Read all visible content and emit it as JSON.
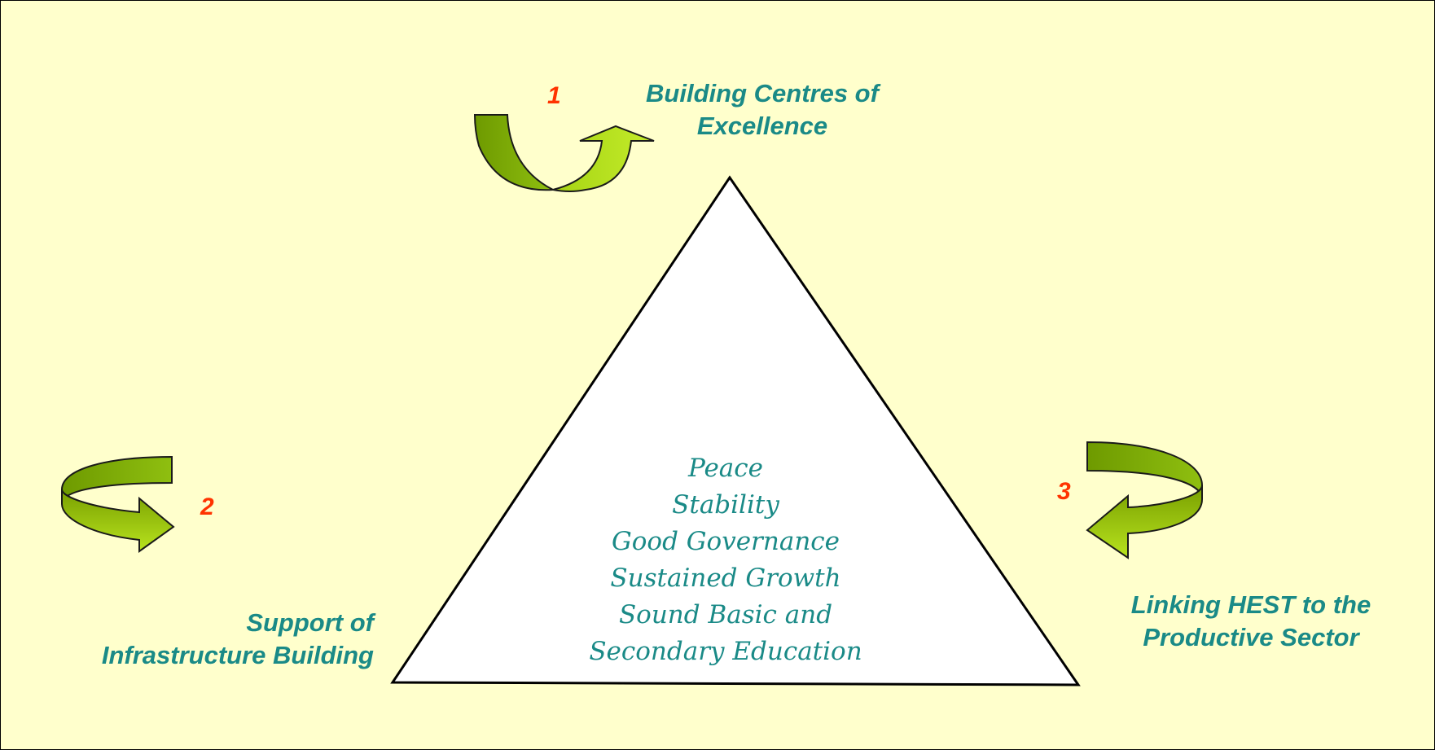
{
  "colors": {
    "background": "#ffffcc",
    "label_color": "#1a8a87",
    "number_color": "#ff3300",
    "arrow_dark": "#6e9a00",
    "arrow_light": "#b3e01a"
  },
  "triangle": {
    "lines": [
      "Peace",
      "Stability",
      "Good Governance",
      "Sustained Growth",
      "Sound Basic and",
      "Secondary Education"
    ]
  },
  "nodes": [
    {
      "number": "1",
      "label_lines": [
        "Building Centres of",
        "Excellence"
      ],
      "icon": "u-turn-arrow-icon"
    },
    {
      "number": "2",
      "label_lines": [
        "Support of",
        "Infrastructure Building"
      ],
      "icon": "circular-arrow-icon"
    },
    {
      "number": "3",
      "label_lines": [
        "Linking HEST to the",
        "Productive Sector"
      ],
      "icon": "circular-arrow-icon"
    }
  ]
}
